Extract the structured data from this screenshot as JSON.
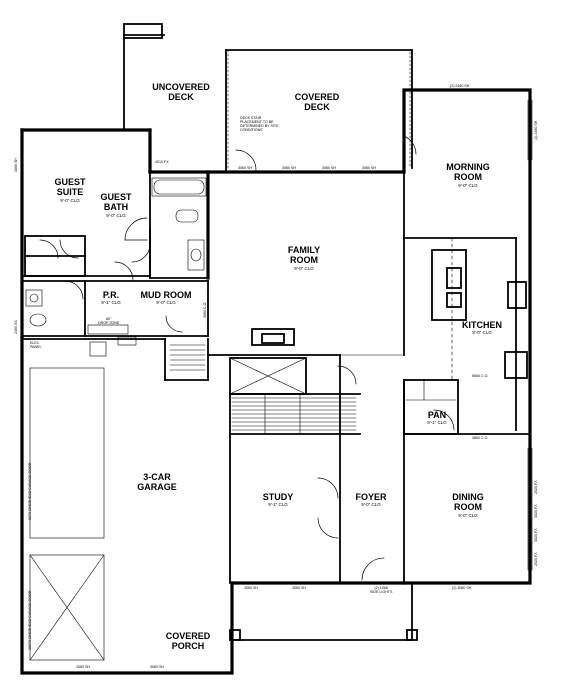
{
  "rooms": {
    "uncovered_deck": "UNCOVERED\nDECK",
    "covered_deck": "COVERED\nDECK",
    "morning_room": "MORNING\nROOM",
    "morning_room_clg": "9'-0\" CLG",
    "guest_suite": "GUEST\nSUITE",
    "guest_suite_clg": "9'-0\" CLG",
    "guest_bath": "GUEST\nBATH",
    "guest_bath_clg": "9'-0\" CLG",
    "family_room": "FAMILY\nROOM",
    "family_room_clg": "9'-0\" CLG",
    "powder_room": "P.R.",
    "powder_room_clg": "9'-1\" CLG",
    "mud_room": "MUD ROOM",
    "mud_room_clg": "9'-0\" CLG",
    "kitchen": "KITCHEN",
    "kitchen_clg": "9'-0\" CLG",
    "pan": "PAN",
    "pan_clg": "9'-1\" CLG",
    "garage": "3-CAR\nGARAGE",
    "study": "STUDY",
    "study_clg": "9'-1\" CLG",
    "foyer": "FOYER",
    "foyer_clg": "9'-0\" CLG",
    "dining_room": "DINING\nROOM",
    "dining_room_clg": "9'-0\" CLG",
    "covered_porch": "COVERED\nPORCH"
  },
  "notes": {
    "deck_stair": "DECK STAIR\nPLACEMENT TO BE\nDETERMINED BY SITE\nCONDITIONS",
    "drop_zone": "60\"\nDROP ZONE",
    "window_4010": "4010 FX",
    "window_3060_sh": "3060 SH",
    "window_3060_sh_b": "3060 SH",
    "window_3060_sh_c": "3060 SH",
    "window_3060_sh_d": "3060 SH",
    "window_2460_sh_top": "(2) 2460 SH",
    "window_3060_sh_porch_a": "3060 SH",
    "window_3060_sh_porch_b": "3060 SH",
    "window_3060_sh_dining": "(2) 3060 SH",
    "window_3060_sh_garage_a": "3060 SH",
    "window_3060_sh_garage_b": "3060 SH",
    "entry_door": "(2) 1068\nSIDE LIGHTS",
    "pan_co": "3660 C.O.",
    "kitchen_co": "5660 C.O.",
    "garage_door_a": "9070 OVERHEAD GARAGE DOOR",
    "garage_door_b": "16070 OVERHEAD GARAGE DOOR",
    "mud_co": "3060 C.O.",
    "elec_panel": "ELEC\nPANEL",
    "dining_win_a": "2020 FX",
    "dining_win_b": "3020 FX",
    "dining_win_c": "3020 FX",
    "dining_win_d": "2020 FX",
    "morning_win": "(2) 2460 SH",
    "guest_suite_win": "3060 SH",
    "pr_win": "2460 SS"
  },
  "colors": {
    "wall": "#000000",
    "background": "#ffffff",
    "hatch": "#000000"
  }
}
